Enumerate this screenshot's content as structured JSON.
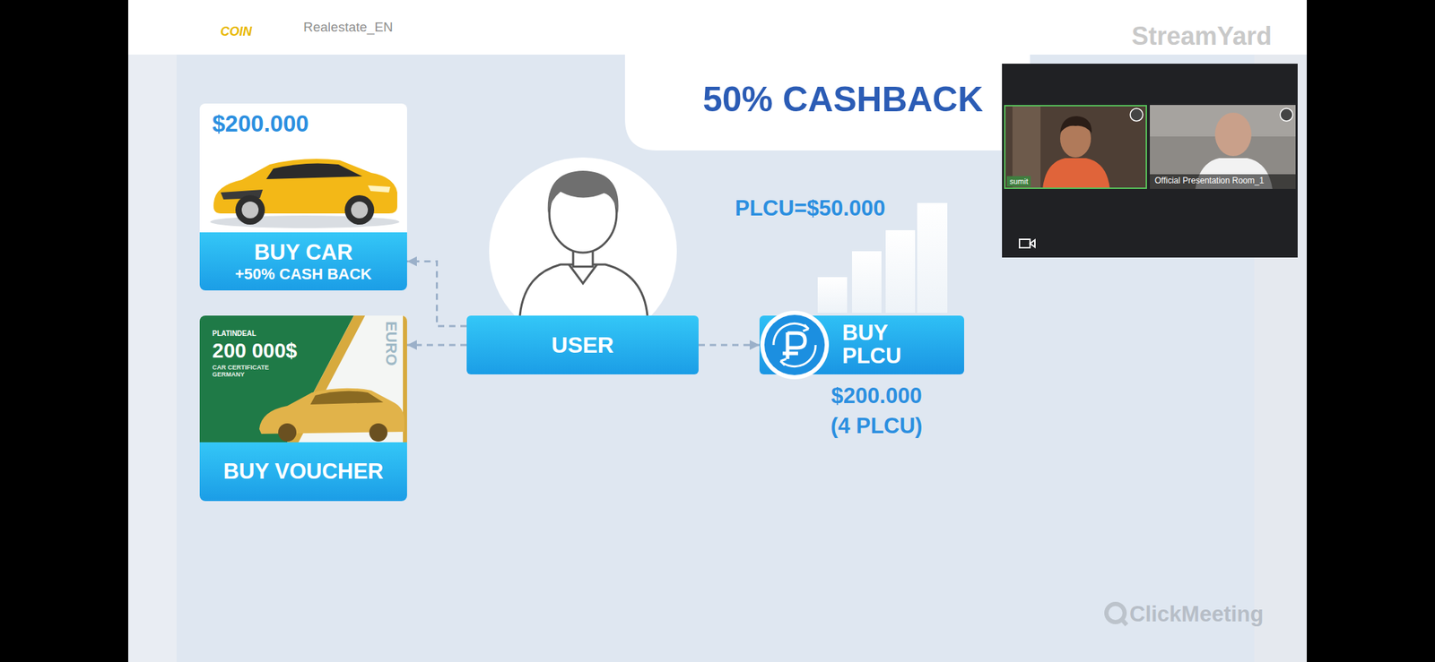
{
  "diagram": {
    "title": "50% CASHBACK",
    "nodes": [
      {
        "text": [
          "$200.000"
        ]
      },
      {
        "text": [
          "BUY CAR",
          "+50% CASH BACK"
        ],
        "in": 0
      },
      {
        "text": [
          "PLATINDEAL",
          "200 000$",
          "CAR CERTIFICATE GERMANY",
          "EURO"
        ]
      },
      {
        "text": [
          "BUY VOUCHER"
        ],
        "in": 2
      },
      {
        "text": [
          "USER"
        ]
      },
      {
        "text": [
          "BUY PLCU"
        ]
      }
    ],
    "edges": [
      {
        "from": 4,
        "to": 1,
        "arrow": "to"
      },
      {
        "from": 4,
        "to": 2,
        "arrow": "to"
      },
      {
        "from": 4,
        "to": 5,
        "arrow": "to"
      }
    ],
    "labels": [
      "COIN",
      "Realestate_EN",
      "StreamYard",
      "PLCU=$50.000",
      "$200.000",
      "(4 PLCU)",
      "sumit",
      "Official Presentation Room_1",
      "ClickMeeting"
    ]
  }
}
